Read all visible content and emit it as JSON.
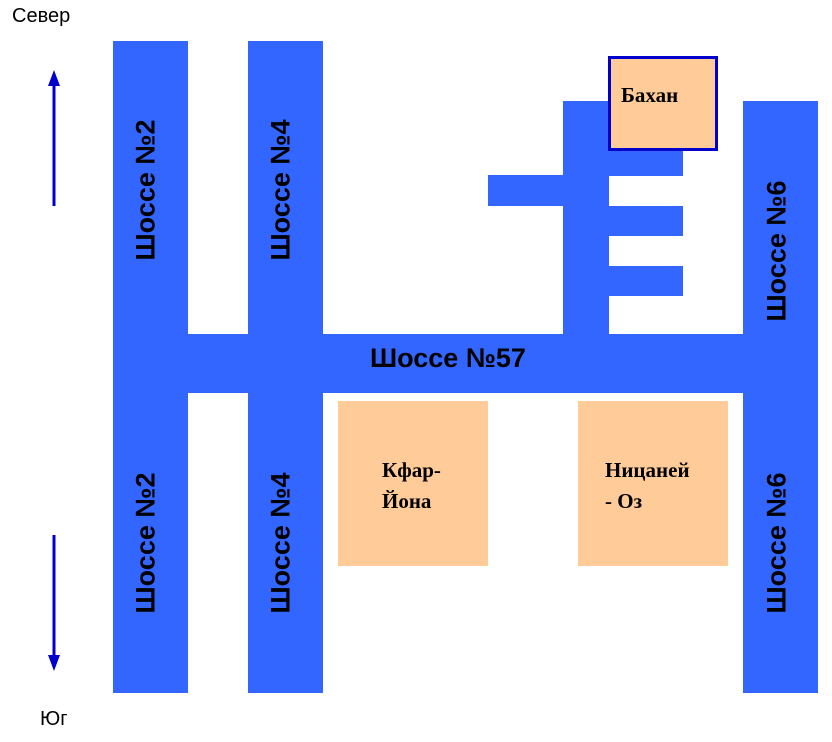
{
  "directions": {
    "north": "Север",
    "south": "Юг"
  },
  "roads": {
    "hwy2_north": "Шоссе №2",
    "hwy2_south": "Шоссе №2",
    "hwy4_north": "Шоссе №4",
    "hwy4_south": "Шоссе №4",
    "hwy6_north": "Шоссе №6",
    "hwy6_south": "Шоссе №6",
    "hwy57": "Шоссе №57"
  },
  "towns": {
    "bahan": "Бахан",
    "kfar_yona": "Кфар-\nЙона",
    "nitzanei_oz": "Ницаней\n- Оз"
  },
  "colors": {
    "road": "#3366ff",
    "town": "#ffcc99",
    "highlight_border": "#0000cc",
    "arrow": "#0000cc"
  }
}
